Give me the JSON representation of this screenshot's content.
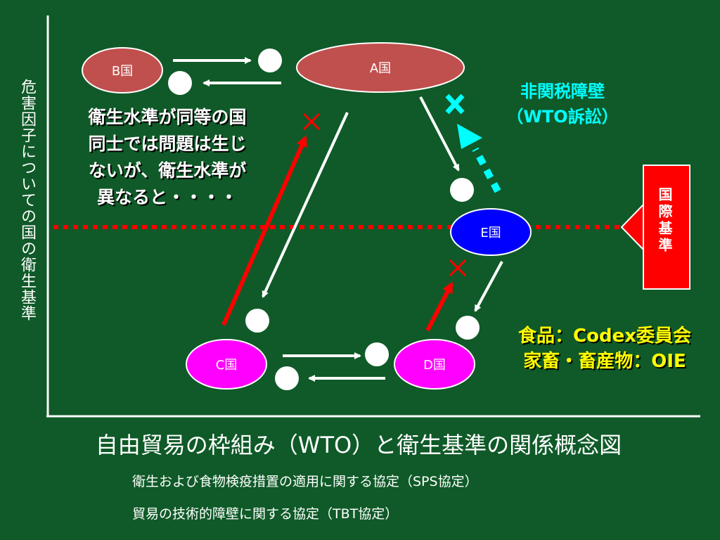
{
  "y_axis_label": "危害因子についての国の衛生基準",
  "countries": {
    "a": "A国",
    "b": "B国",
    "c": "C国",
    "d": "D国",
    "e": "E国"
  },
  "note_text": [
    "衛生水準が同等の国",
    "同士では問題は生じ",
    "ないが、衛生水準が",
    "異なると・・・・"
  ],
  "ntb_label": [
    "非関税障壁",
    "（WTO訴訟）"
  ],
  "intl_standard_label": "国際基準",
  "standards_bodies": [
    "食品：Codex委員会",
    "家畜・畜産物：OIE"
  ],
  "title": "自由貿易の枠組み（WTO）と衛生基準の関係概念図",
  "agreements": [
    "衛生および食物検疫措置の適用に関する協定（SPS協定）",
    "貿易の技術的障壁に関する協定（TBT協定）"
  ],
  "colors": {
    "background": "#0f5a28",
    "country_high": "#c0504d",
    "country_mid": "#0000ff",
    "country_low": "#ff00ff",
    "blocked_arrow": "#ff0000",
    "ntb_arrow": "#00ffff",
    "intl_standard": "#ff0000",
    "bodies_text": "#ffff00"
  }
}
